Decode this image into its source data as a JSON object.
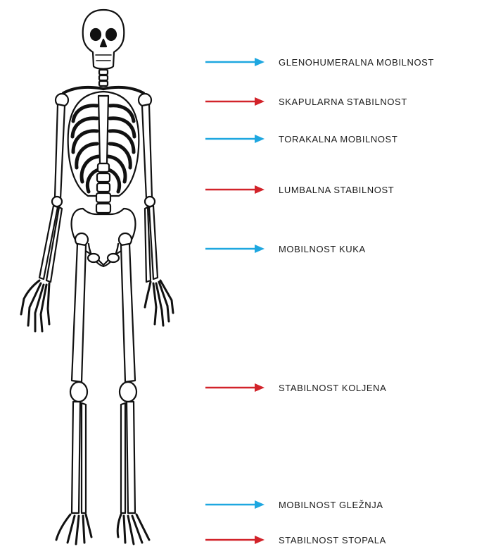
{
  "colors": {
    "mobility": "#1ea7e0",
    "stability": "#d2232a",
    "bone_outline": "#111111"
  },
  "illustration": {
    "icon": "skeleton-icon"
  },
  "labels": [
    {
      "text": "GLENOHUMERALNA MOBILNOST",
      "type": "mobility"
    },
    {
      "text": "SKAPULARNA STABILNOST",
      "type": "stability"
    },
    {
      "text": "TORAKALNA MOBILNOST",
      "type": "mobility"
    },
    {
      "text": "LUMBALNA STABILNOST",
      "type": "stability"
    },
    {
      "text": "MOBILNOST KUKA",
      "type": "mobility"
    },
    {
      "text": "STABILNOST KOLJENA",
      "type": "stability"
    },
    {
      "text": "MOBILNOST GLEŽNJA",
      "type": "mobility"
    },
    {
      "text": "STABILNOST STOPALA",
      "type": "stability"
    }
  ]
}
